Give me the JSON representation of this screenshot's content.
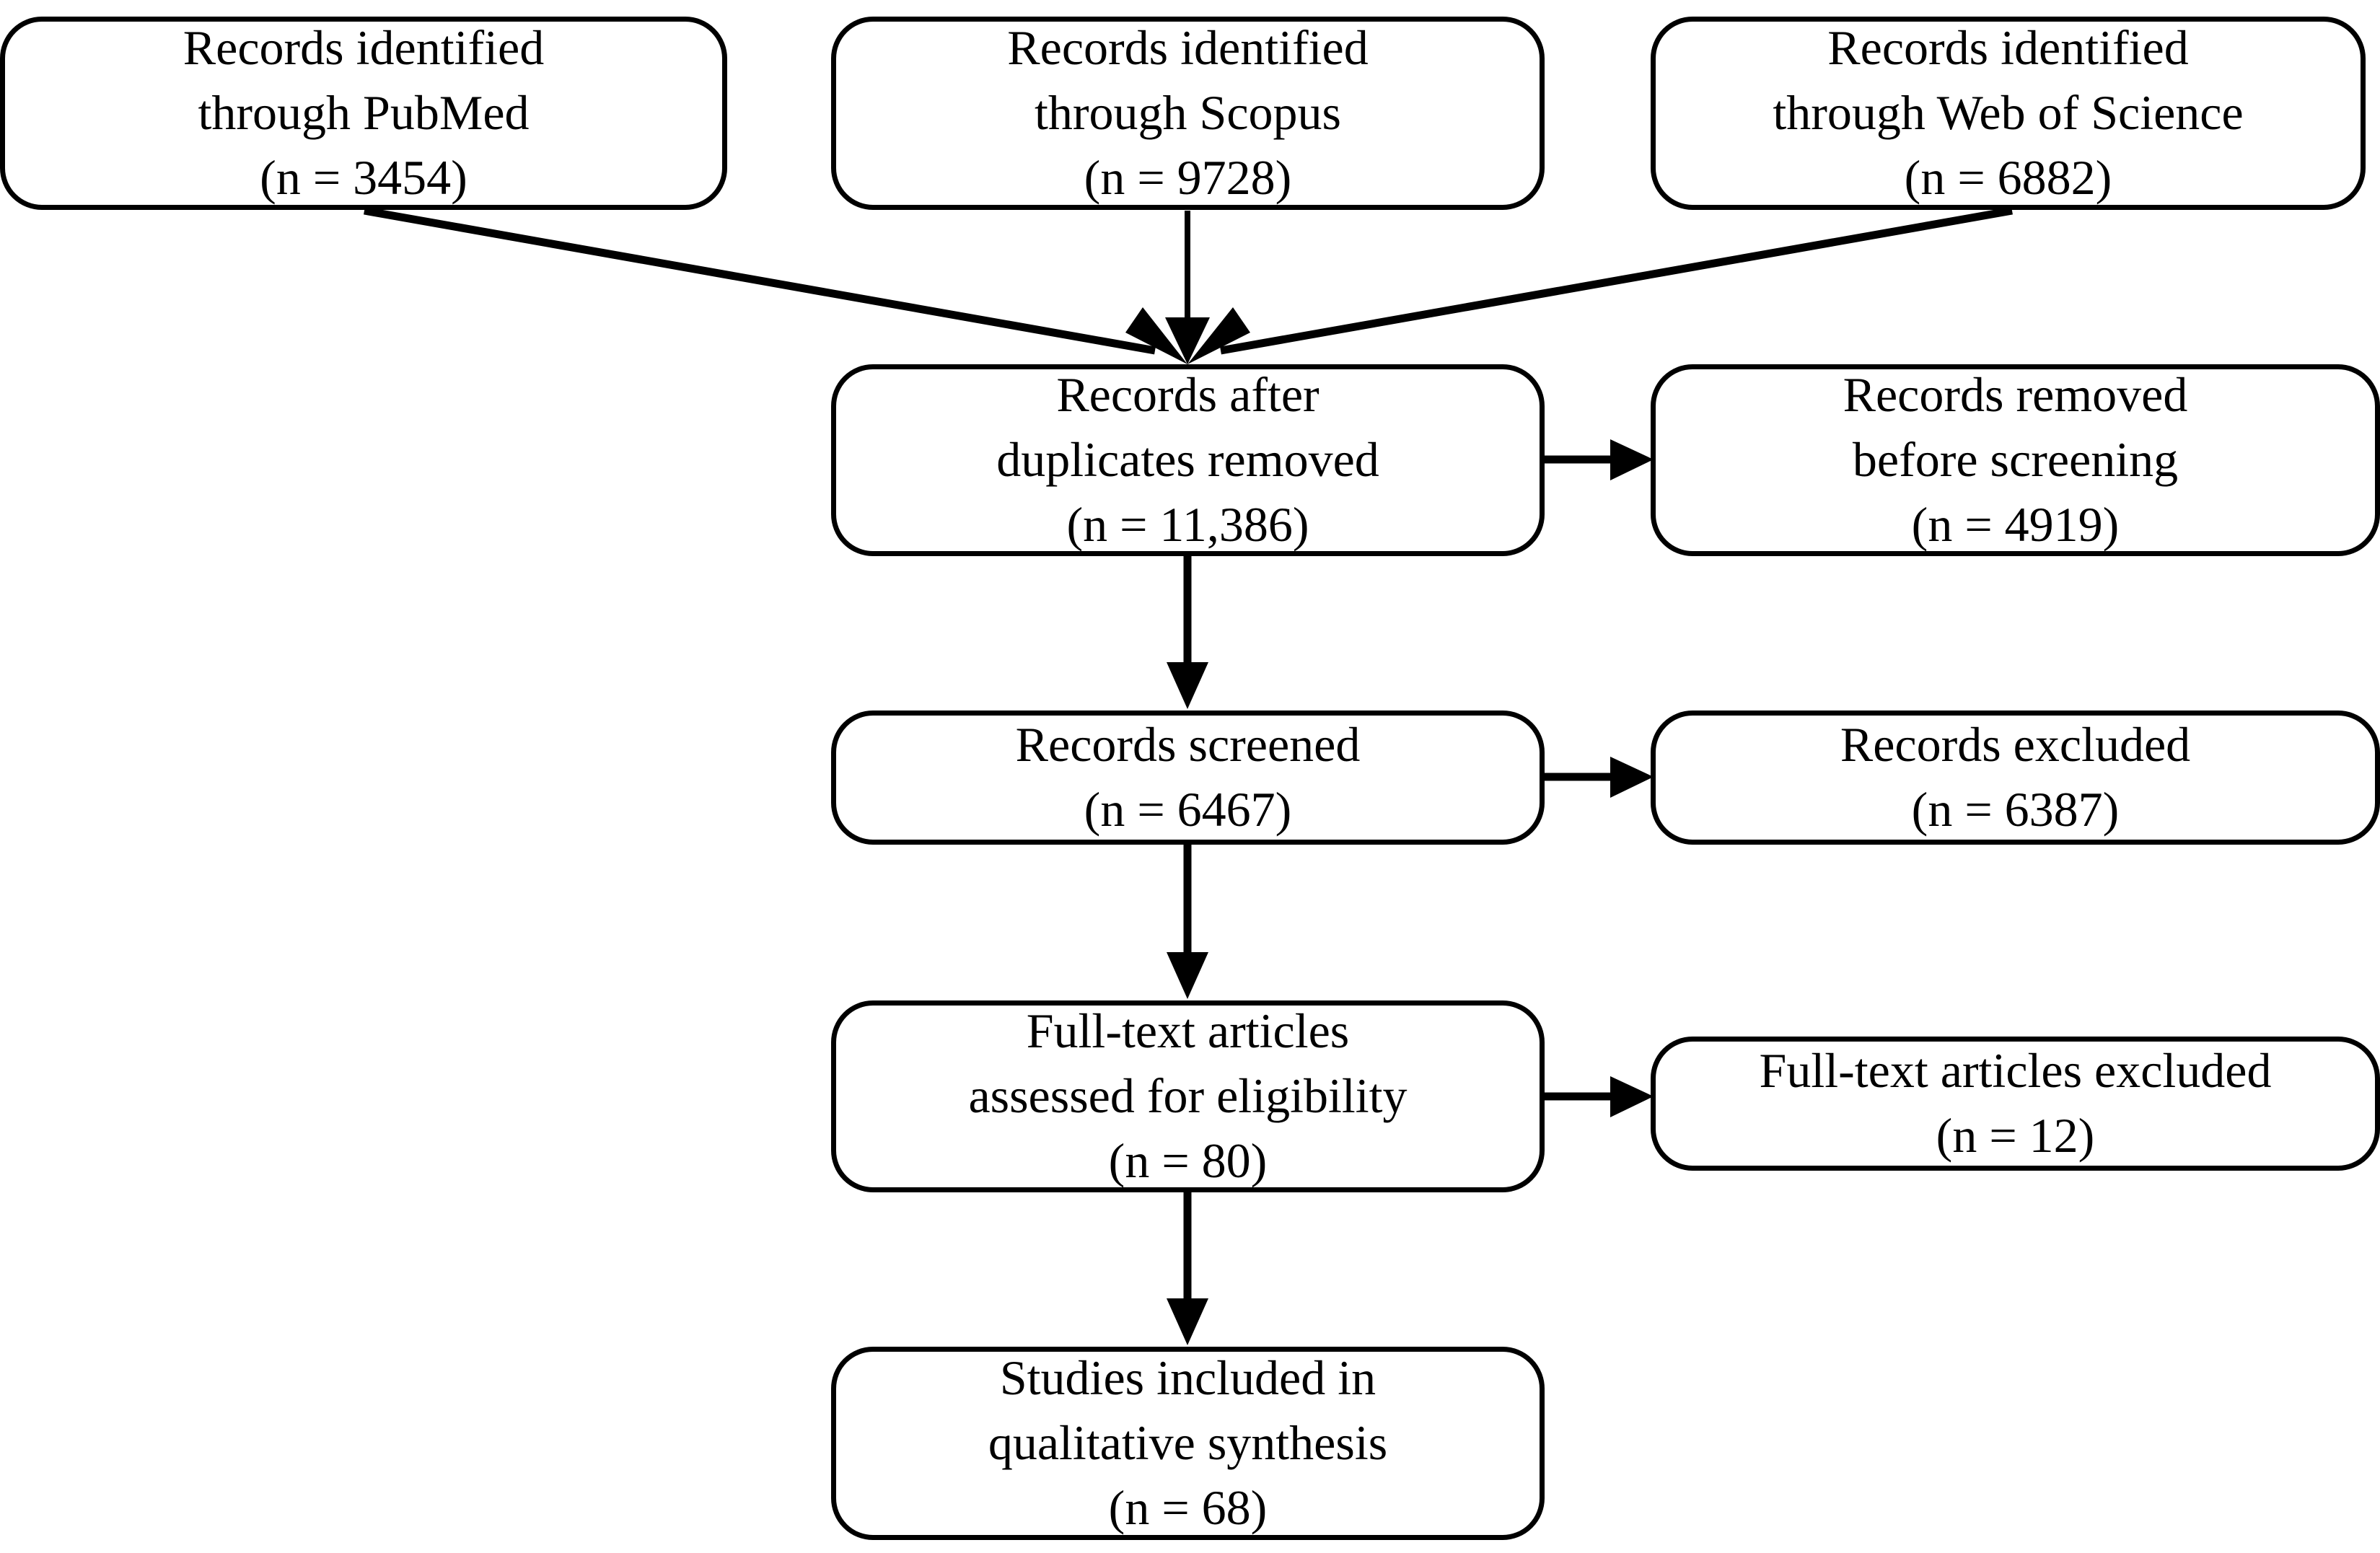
{
  "diagram": {
    "type": "prisma-flow-diagram",
    "colors": {
      "stroke": "#000000",
      "background": "#ffffff",
      "text": "#000000"
    }
  },
  "nodes": {
    "pubmed": {
      "lines": [
        "Records identified",
        "through PubMed",
        "(n = 3454)"
      ],
      "label": "Records identified through PubMed",
      "count": "3454"
    },
    "scopus": {
      "lines": [
        "Records identified",
        "through Scopus",
        "(n = 9728)"
      ],
      "label": "Records identified through Scopus",
      "count": "9728"
    },
    "wos": {
      "lines": [
        "Records identified",
        "through Web of Science",
        "(n = 6882)"
      ],
      "label": "Records identified through Web of Science",
      "count": "6882"
    },
    "dedup": {
      "lines": [
        "Records after",
        "duplicates removed",
        "(n = 11,386)"
      ],
      "label": "Records after duplicates removed",
      "count": "11,386"
    },
    "removed": {
      "lines": [
        "Records removed",
        "before screening",
        "(n = 4919)"
      ],
      "label": "Records removed before screening",
      "count": "4919"
    },
    "screened": {
      "lines": [
        "Records screened",
        "(n = 6467)"
      ],
      "label": "Records screened",
      "count": "6467"
    },
    "excluded": {
      "lines": [
        "Records excluded",
        "(n = 6387)"
      ],
      "label": "Records excluded",
      "count": "6387"
    },
    "fulltext": {
      "lines": [
        "Full-text articles",
        "assessed for eligibility",
        "(n = 80)"
      ],
      "label": "Full-text articles assessed for eligibility",
      "count": "80"
    },
    "ftexcluded": {
      "lines": [
        "Full-text articles excluded",
        "(n = 12)"
      ],
      "label": "Full-text articles excluded",
      "count": "12"
    },
    "included": {
      "lines": [
        "Studies included in",
        "qualitative synthesis",
        "(n = 68)"
      ],
      "label": "Studies included in qualitative synthesis",
      "count": "68"
    }
  },
  "edges": [
    {
      "from": "pubmed",
      "to": "dedup",
      "kind": "diagonal-arrow"
    },
    {
      "from": "scopus",
      "to": "dedup",
      "kind": "vertical-arrow"
    },
    {
      "from": "wos",
      "to": "dedup",
      "kind": "diagonal-arrow"
    },
    {
      "from": "dedup",
      "to": "removed",
      "kind": "horizontal-arrow"
    },
    {
      "from": "dedup",
      "to": "screened",
      "kind": "vertical-arrow"
    },
    {
      "from": "screened",
      "to": "excluded",
      "kind": "horizontal-arrow"
    },
    {
      "from": "screened",
      "to": "fulltext",
      "kind": "vertical-arrow"
    },
    {
      "from": "fulltext",
      "to": "ftexcluded",
      "kind": "horizontal-arrow"
    },
    {
      "from": "fulltext",
      "to": "included",
      "kind": "vertical-arrow"
    }
  ]
}
